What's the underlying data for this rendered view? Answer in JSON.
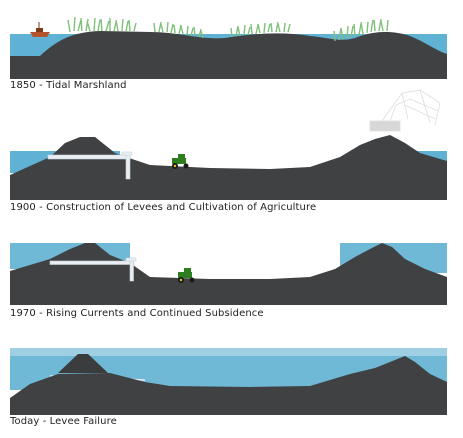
{
  "panels": [
    {
      "caption": "1850 - Tidal Marshland"
    },
    {
      "caption": "1900 - Construction of Levees and Cultivation of Agriculture"
    },
    {
      "caption": "1970 - Rising Currents and Continued Subsidence"
    },
    {
      "caption": "Today - Levee Failure"
    }
  ],
  "colors": {
    "water": "#5fb2d4",
    "water_light": "#9fcfe2",
    "ground": "#3f4143",
    "ground_dark": "#2f3133",
    "marsh_grass": "#7fc07a",
    "pipe": "#e8eef2",
    "tractor": "#2e7d1f",
    "boat": "#b5542a"
  },
  "icons": [
    "boat-icon",
    "marsh-grass-icon",
    "tractor-icon",
    "dredge-crane-icon",
    "drain-pipe-icon"
  ]
}
